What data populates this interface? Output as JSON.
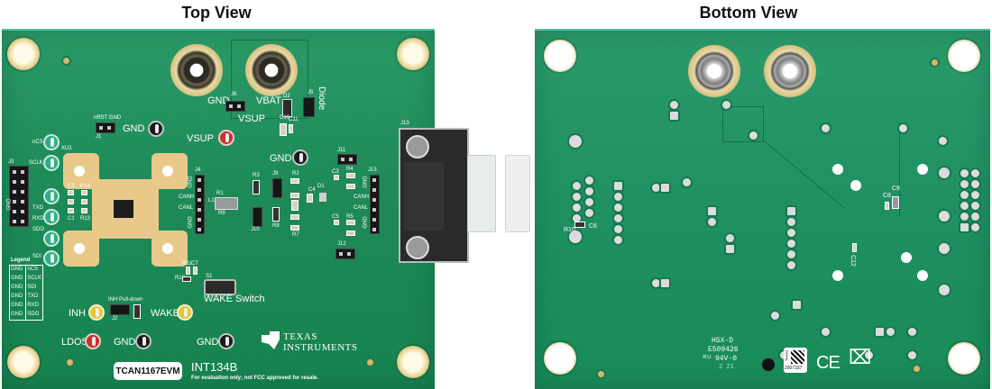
{
  "titles": {
    "top": "Top View",
    "bottom": "Bottom View"
  },
  "top_view": {
    "power_terminals": {
      "gnd": "GND",
      "vbat": "VBAT",
      "vsup": "VSUP",
      "diode": "Diode"
    },
    "headers": {
      "j1": "J1",
      "j1_label": "nRST GND",
      "j2": "J2",
      "j2_label": "INH Pull-down",
      "j3": "J3",
      "j4": "J4",
      "j5": "J5",
      "j6": "J6",
      "j9": "J9",
      "j10": "J10",
      "j11": "J11",
      "j12": "J12",
      "j13": "J13"
    },
    "pin_labels_j4": [
      "GND",
      "CANH",
      "CANL",
      "GND"
    ],
    "pin_labels_j13": [
      "GND",
      "CANH",
      "CANL",
      "GND"
    ],
    "j3_side_label": "GND",
    "test_points": {
      "ncs": "nCS",
      "sclk": "SCLK",
      "txd": "TXD",
      "rxd": "RXD",
      "sdo": "SDO",
      "sdi": "SDI",
      "gnd1": "GND",
      "gnd2": "GND",
      "gnd3": "GND",
      "gnd4": "GND",
      "vsup": "VSUP",
      "inh": "INH",
      "wake": "WAKE",
      "ldo5": "LDO5"
    },
    "components": {
      "u1": "XU1",
      "c1": "C1",
      "c2": "C2",
      "r13": "R13",
      "r14": "R14",
      "r1": "R1",
      "r9": "R9",
      "l1": "L1",
      "r3": "R3",
      "r8": "R8",
      "r2": "R2",
      "r7": "R7",
      "c4": "C4",
      "d1": "D1",
      "c3": "C3",
      "r4": "R4",
      "c5": "C5",
      "r5": "R5",
      "d2": "D2",
      "c10": "C10",
      "c11": "C11",
      "r11": "R11",
      "c7": "C7",
      "r12": "R12",
      "s1": "S1"
    },
    "legend": {
      "title": "Legend",
      "rows": [
        [
          "GND",
          "nCS"
        ],
        [
          "GND",
          "SCLK"
        ],
        [
          "GND",
          "SDI"
        ],
        [
          "GND",
          "TXD"
        ],
        [
          "GND",
          "RXD"
        ],
        [
          "GND",
          "SDO"
        ]
      ]
    },
    "wake_switch": "WAKE Switch",
    "board_name": "TCAN1167EVM",
    "board_id": "INT134B",
    "disclaimer": "For evaluation only; not FCC approved for resale.",
    "logo": {
      "line1": "Texas",
      "line2": "Instruments"
    }
  },
  "bottom_view": {
    "components": {
      "r10": "R10",
      "c6": "C6",
      "c8": "C8",
      "c9": "C9",
      "c12": "C12"
    },
    "markings": {
      "line1": "HSX-D",
      "line2": "E509426",
      "line3": "94V-0",
      "line4": "2 21"
    },
    "barcode_id": "2007337",
    "barcode_tag": "ROHS",
    "ce_mark": "CE"
  },
  "colors": {
    "pcb_green": "#1f8a5c",
    "pad_gold": "#d8c17f",
    "silkscreen": "#ffffff"
  }
}
